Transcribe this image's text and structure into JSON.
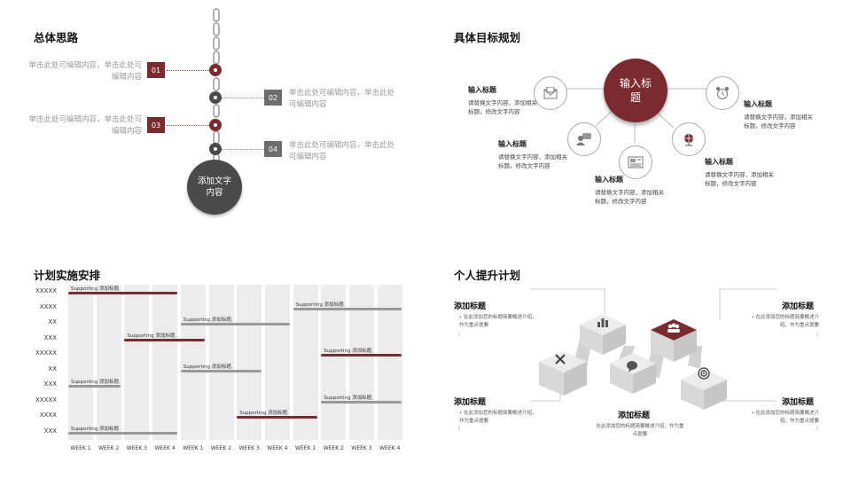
{
  "colors": {
    "accent": "#7b2a2e",
    "dark": "#4a4a4a",
    "gray": "#999999"
  },
  "q1": {
    "title": "总体思路",
    "items": [
      {
        "num": "01",
        "text": "单击此处可编辑内容，单击此处可编辑内容"
      },
      {
        "num": "02",
        "text": "单击此处可编辑内容，单击此处可编辑内容"
      },
      {
        "num": "03",
        "text": "单击此处可编辑内容，单击此处可编辑内容"
      },
      {
        "num": "04",
        "text": "单击此处可编辑内容，单击此处可编辑内容"
      }
    ],
    "center": "添加文字内容"
  },
  "q2": {
    "title": "具体目标规划",
    "center": "输入标题",
    "items": [
      {
        "heading": "输入标题",
        "body": "请替换文字内容，添加相关标题，修改文字内容",
        "icon": "mail-icon"
      },
      {
        "heading": "输入标题",
        "body": "请替换文字内容，添加相关标题，修改文字内容",
        "icon": "chat-user-icon"
      },
      {
        "heading": "输入标题",
        "body": "请替换文字内容，添加相关标题，修改文字内容",
        "icon": "newspaper-icon"
      },
      {
        "heading": "输入标题",
        "body": "请替换文字内容，添加相关标题，修改文字内容",
        "icon": "globe-icon"
      },
      {
        "heading": "输入标题",
        "body": "请替换文字内容，添加相关标题，修改文字内容",
        "icon": "alarm-clock-icon"
      }
    ]
  },
  "q3": {
    "title": "计划实施安排",
    "rows": [
      "XXXXX",
      "XXXX",
      "XX",
      "XXX",
      "XXXXX",
      "XX",
      "XXX",
      "XXXXX",
      "XXXX",
      "XXX"
    ],
    "weeks": [
      "WEEK 1",
      "WEEK 2",
      "WEEK 3",
      "WEEK 4",
      "WEEK 1",
      "WEEK 2",
      "WEEK 3",
      "WEEK 4",
      "WEEK 1",
      "WEEK 2",
      "WEEK 3",
      "WEEK 4"
    ],
    "bars": [
      {
        "label": "Supporting 添加标题.",
        "start": 0,
        "span": 4,
        "color": "red"
      },
      {
        "label": "Supporting 添加标题.",
        "start": 8,
        "span": 4,
        "color": "gray"
      },
      {
        "label": "Supporting 添加标题.",
        "start": 4,
        "span": 4,
        "color": "gray"
      },
      {
        "label": "Supporting 添加标题.",
        "start": 2,
        "span": 3,
        "color": "red"
      },
      {
        "label": "Supporting 添加标题.",
        "start": 9,
        "span": 3,
        "color": "red"
      },
      {
        "label": "Supporting 添加标题.",
        "start": 4,
        "span": 3,
        "color": "gray"
      },
      {
        "label": "Supporting 添加标题.",
        "start": 0,
        "span": 2,
        "color": "gray"
      },
      {
        "label": "Supporting 添加标题.",
        "start": 9,
        "span": 3,
        "color": "gray"
      },
      {
        "label": "Supporting 添加标题.",
        "start": 6,
        "span": 3,
        "color": "red"
      },
      {
        "label": "Supporting 添加标题.",
        "start": 0,
        "span": 4,
        "color": "gray"
      }
    ]
  },
  "q4": {
    "title": "个人提升计划",
    "items": [
      {
        "heading": "添加标题",
        "body": "在此添加您的标题简要概述介绍，作为重点提要"
      },
      {
        "heading": "添加标题",
        "body": "在此添加您的标题简要概述介绍，作为重点提要"
      },
      {
        "heading": "添加标题",
        "body": "在此添加您的标题简要概述介绍，作为重点提要"
      },
      {
        "heading": "添加标题",
        "body": "在此添加您的标题简要概述介绍，作为重点提要"
      },
      {
        "heading": "添加标题",
        "body": "在此添加您的标题简要概述介绍，作为重点提要"
      }
    ]
  }
}
